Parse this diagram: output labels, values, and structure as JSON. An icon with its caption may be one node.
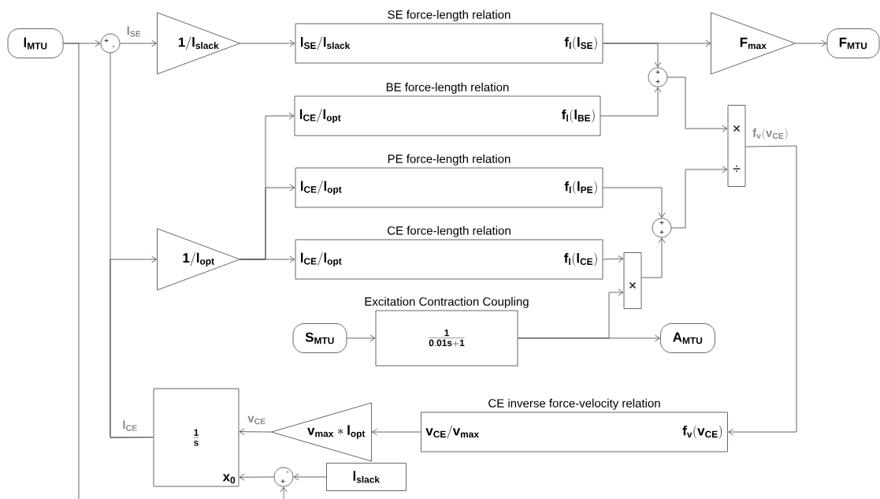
{
  "diagram": {
    "nodes": [
      {
        "text": [
          "\\mathbf{l_{MTU}}"
        ]
      },
      {
        "text": [
          "+",
          "-"
        ]
      },
      {
        "text": [
          "\\mathbf{1/l_{slack}}"
        ]
      },
      {
        "text": [
          "SE force-length relation",
          "\\mathbf{l_{SE}/l_{slack}}",
          "\\mathbf{f_l(l_{SE})}"
        ]
      },
      {
        "text": [
          "BE force-length relation",
          "\\mathbf{l_{CE}/l_{opt}}",
          "\\mathbf{f_l(l_{BE})}"
        ]
      },
      {
        "text": [
          "PE force-length relation",
          "\\mathbf{l_{CE}/l_{opt}}",
          "\\mathbf{f_l(l_{PE})}"
        ]
      },
      {
        "text": [
          "CE force-length relation",
          "\\mathbf{l_{CE}/l_{opt}}",
          "\\mathbf{f_l(l_{CE})}"
        ]
      },
      {
        "text": [
          "+",
          "+"
        ]
      },
      {
        "text": [
          "\\mathbf{F_{max}}"
        ]
      },
      {
        "text": [
          "\\mathbf{F_{MTU}}"
        ]
      },
      {
        "text": [
          "×",
          "÷"
        ]
      },
      {
        "text": [
          "+",
          "+"
        ]
      },
      {
        "text": [
          "×"
        ]
      },
      {
        "text": [
          "\\mathbf{1/l_{opt}}"
        ]
      },
      {
        "text": [
          "\\mathbf{S_{MTU}}"
        ]
      },
      {
        "text": [
          "Excitation Contraction Coupling",
          "\\mathbf{\\frac{1}{0.01s+1}}"
        ]
      },
      {
        "text": [
          "\\mathbf{A_{MTU}}"
        ]
      },
      {
        "text": [
          "CE inverse force-velocity relation",
          "\\mathbf{v_{CE}/v_{max}}",
          "\\mathbf{f_v(v_{CE})}"
        ]
      },
      {
        "text": [
          "\\mathbf{v_{max} * l_{opt}}"
        ]
      },
      {
        "text": [
          "\\mathbf{\\frac{1}{s}}",
          "\\mathbf{x_0}"
        ]
      },
      {
        "text": [
          "-",
          "+"
        ]
      },
      {
        "text": [
          "\\mathbf{l_{slack}}"
        ]
      }
    ],
    "edges": [
      {
        "from": 0,
        "to": 1,
        "arrow": "to"
      },
      {
        "from": 0,
        "to": null,
        "arrow": "none"
      },
      {
        "from": 1,
        "to": 2,
        "arrow": "to",
        "label": "\\mathbf{l_{SE}}"
      },
      {
        "from": 2,
        "to": 3,
        "arrow": "to"
      },
      {
        "from": 3,
        "to": 8,
        "arrow": "to"
      },
      {
        "from": 3,
        "to": 7,
        "arrow": "to"
      },
      {
        "from": 4,
        "to": 7,
        "arrow": "to"
      },
      {
        "from": 8,
        "to": 9,
        "arrow": "to"
      },
      {
        "from": 7,
        "to": 10,
        "arrow": "to"
      },
      {
        "from": 5,
        "to": 11,
        "arrow": "to"
      },
      {
        "from": 6,
        "to": 12,
        "arrow": "to"
      },
      {
        "from": 12,
        "to": 11,
        "arrow": "to"
      },
      {
        "from": 11,
        "to": 10,
        "arrow": "to"
      },
      {
        "from": 10,
        "to": 17,
        "arrow": "to",
        "label": "\\mathbf{f_v(v_{CE})}"
      },
      {
        "from": 13,
        "to": 4,
        "arrow": "to"
      },
      {
        "from": 13,
        "to": 5,
        "arrow": "to"
      },
      {
        "from": 13,
        "to": 6,
        "arrow": "to"
      },
      {
        "from": 14,
        "to": 15,
        "arrow": "to"
      },
      {
        "from": 15,
        "to": 16,
        "arrow": "to"
      },
      {
        "from": 15,
        "to": 12,
        "arrow": "to"
      },
      {
        "from": 17,
        "to": 18,
        "arrow": "to"
      },
      {
        "from": 18,
        "to": 19,
        "arrow": "to",
        "label": "\\mathbf{v_{CE}}"
      },
      {
        "from": 19,
        "to": 1,
        "arrow": "none"
      },
      {
        "from": 19,
        "to": 13,
        "arrow": "to",
        "label": "\\mathbf{l_{CE}}"
      },
      {
        "from": 21,
        "to": 20,
        "arrow": "to"
      },
      {
        "from": 20,
        "to": 19,
        "arrow": "to"
      },
      {
        "from": null,
        "to": 20,
        "arrow": "to"
      }
    ]
  }
}
